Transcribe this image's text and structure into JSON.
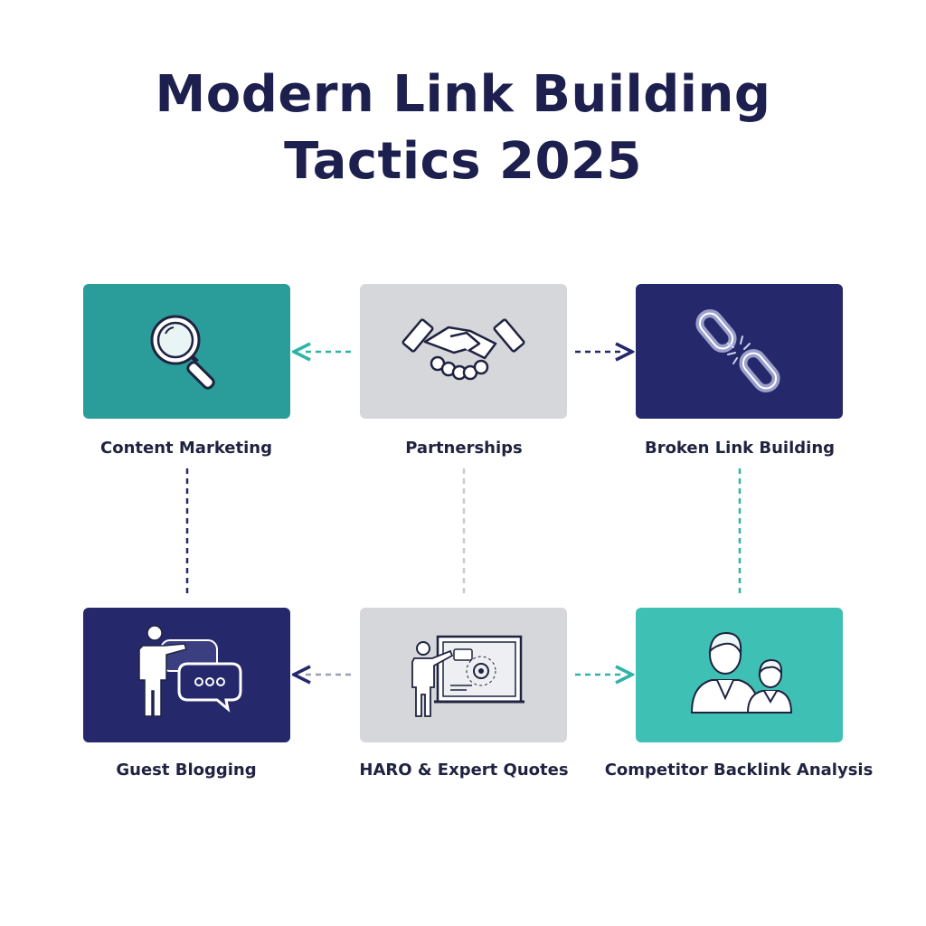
{
  "title": {
    "line1": "Modern Link Building",
    "line2": "Tactics 2025"
  },
  "nodes": {
    "content_marketing": {
      "label": "Content Marketing",
      "color": "#2a9d9a",
      "icon": "magnifier-icon"
    },
    "partnerships": {
      "label": "Partnerships",
      "color": "#d5d7da",
      "icon": "handshake-icon"
    },
    "broken_link_building": {
      "label": "Broken Link Building",
      "color": "#25296b",
      "icon": "broken-chain-icon"
    },
    "guest_blogging": {
      "label": "Guest Blogging",
      "color": "#25296b",
      "icon": "presenter-chat-icon"
    },
    "haro_expert_quotes": {
      "label": "HARO & Expert Quotes",
      "color": "#d5d7da",
      "icon": "presentation-board-icon"
    },
    "competitor_backlink_analysis": {
      "label": "Competitor Backlink Analysis",
      "color": "#3ec1b4",
      "icon": "two-people-icon"
    }
  },
  "colors": {
    "navy": "#25296b",
    "teal": "#2fb3a8",
    "gray": "#c9cbd0",
    "text": "#1f2340"
  }
}
